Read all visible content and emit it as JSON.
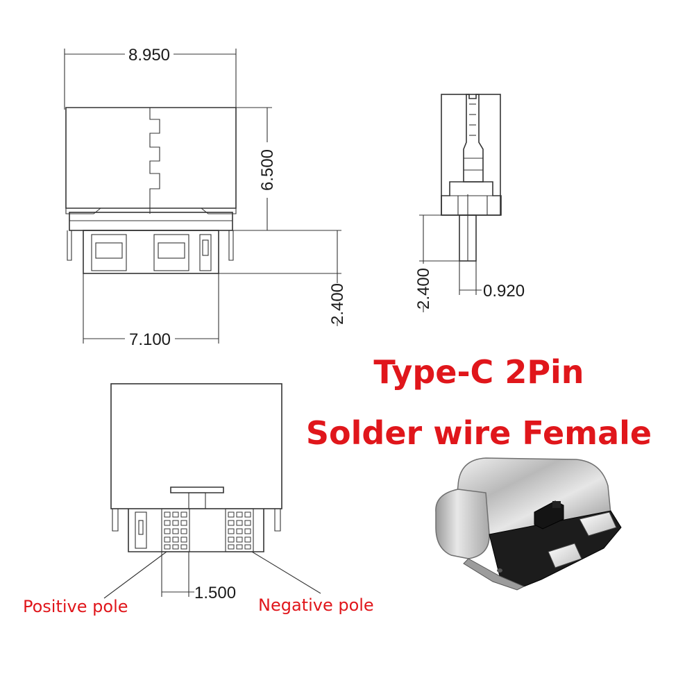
{
  "dimensions": {
    "top_width": "8.950",
    "body_height": "6.500",
    "bottom_width": "7.100",
    "pin_height_front": "2.400",
    "pin_height_side": "2.400",
    "pin_thickness": "0.920",
    "pad_pitch": "1.500"
  },
  "title": {
    "line1": "Type-C  2Pin",
    "line2": "Solder wire Female"
  },
  "labels": {
    "positive": "Positive pole",
    "negative": "Negative pole"
  },
  "colors": {
    "accent": "#e0161b",
    "drawing": "#333333"
  }
}
